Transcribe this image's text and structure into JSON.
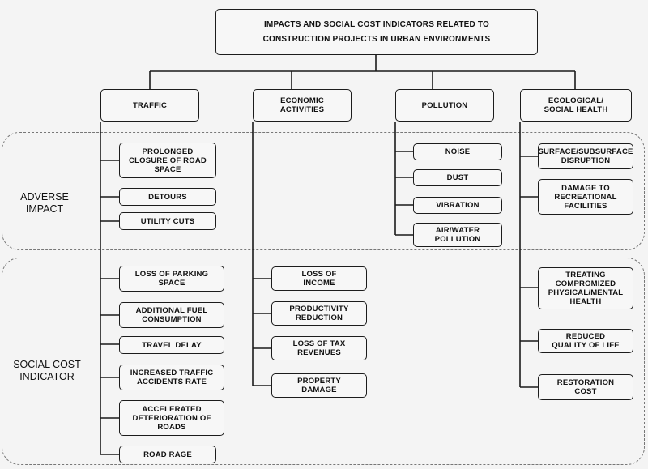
{
  "title": "IMPACTS AND SOCIAL COST INDICATORS RELATED TO\nCONSTRUCTION PROJECTS IN URBAN ENVIRONMENTS",
  "regions": {
    "adverse": "ADVERSE\nIMPACT",
    "social": "SOCIAL COST\nINDICATOR"
  },
  "categories": {
    "traffic": "TRAFFIC",
    "economic": "ECONOMIC\nACTIVITIES",
    "pollution": "POLLUTION",
    "ecological": "ECOLOGICAL/\nSOCIAL HEALTH"
  },
  "traffic": {
    "impacts": [
      "PROLONGED\nCLOSURE OF ROAD\nSPACE",
      "DETOURS",
      "UTILITY CUTS"
    ],
    "costs": [
      "LOSS OF PARKING\nSPACE",
      "ADDITIONAL FUEL\nCONSUMPTION",
      "TRAVEL DELAY",
      "INCREASED TRAFFIC\nACCIDENTS RATE",
      "ACCELERATED\nDETERIORATION OF\nROADS",
      "ROAD RAGE"
    ]
  },
  "economic": {
    "costs": [
      "LOSS OF\nINCOME",
      "PRODUCTIVITY\nREDUCTION",
      "LOSS OF TAX\nREVENUES",
      "PROPERTY\nDAMAGE"
    ]
  },
  "pollution": {
    "impacts": [
      "NOISE",
      "DUST",
      "VIBRATION",
      "AIR/WATER\nPOLLUTION"
    ]
  },
  "ecological": {
    "impacts": [
      "SURFACE/SUBSURFACE\nDISRUPTION",
      "DAMAGE TO\nRECREATIONAL\nFACILITIES"
    ],
    "costs": [
      "TREATING\nCOMPROMIZED\nPHYSICAL/MENTAL\nHEALTH",
      "REDUCED\nQUALITY OF LIFE",
      "RESTORATION\nCOST"
    ]
  }
}
